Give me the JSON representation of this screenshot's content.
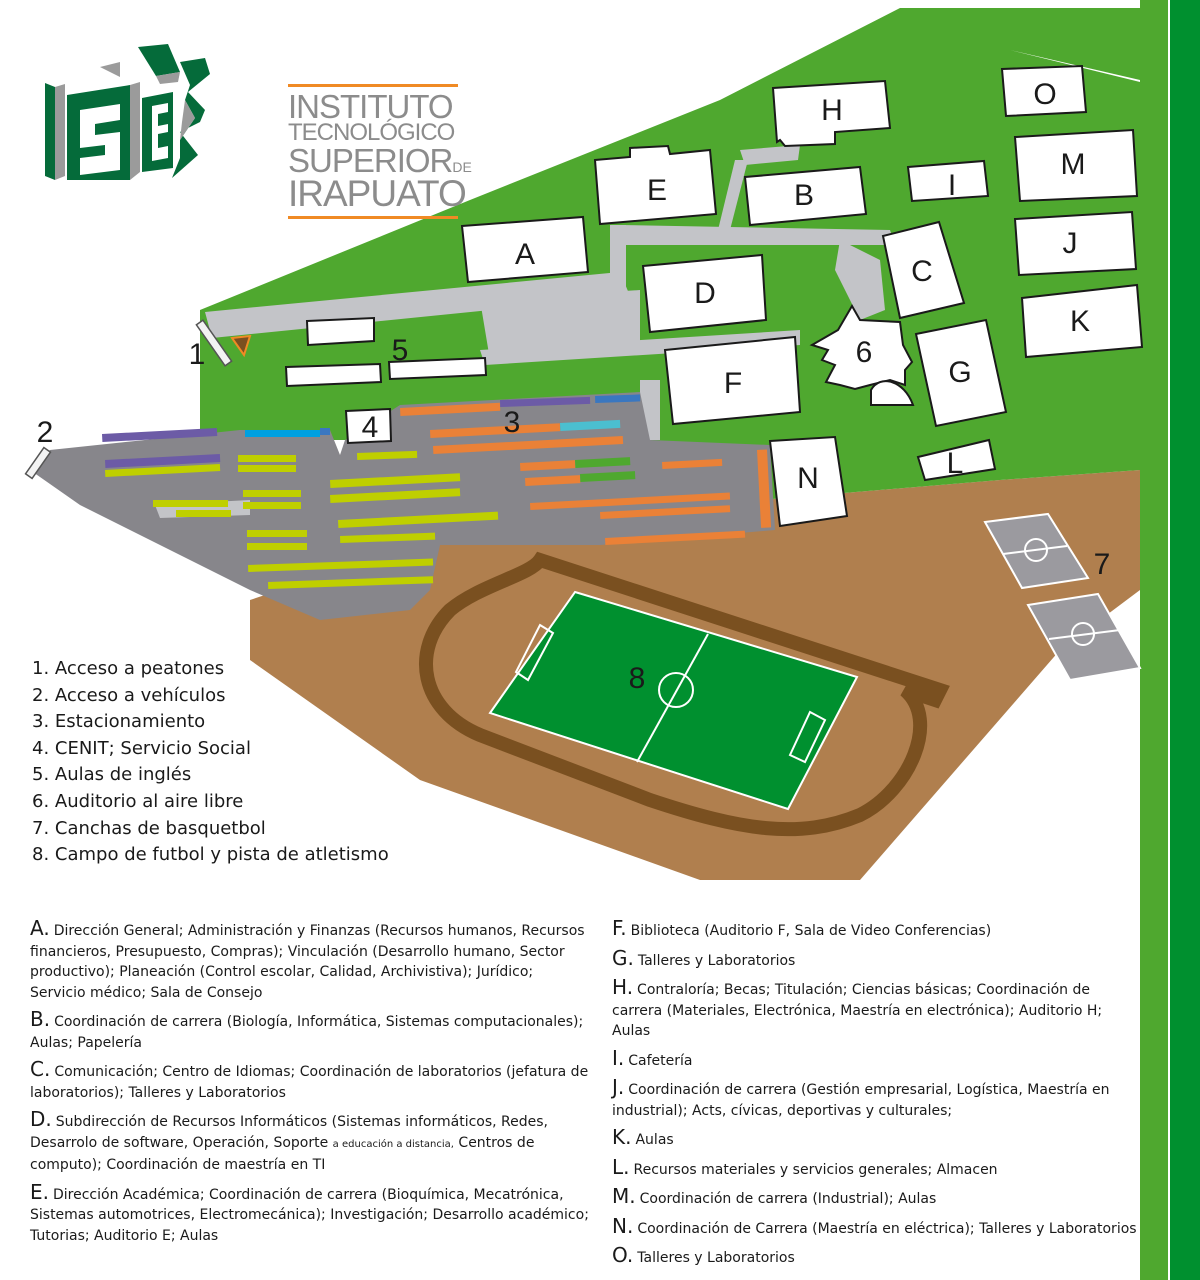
{
  "logo": {
    "mark_text": "iSE",
    "line1": "INSTITUTO",
    "line2": "TECNOLÓGICO",
    "line3": "SUPERIOR",
    "line3_suffix": "DE",
    "line4": "IRAPUATO",
    "colors": {
      "green": "#056b3a",
      "gray": "#9b9b9b",
      "orange": "#f08a24",
      "text": "#8c8c8c"
    }
  },
  "colors": {
    "grass": "#4fa82f",
    "dirt": "#b07f4e",
    "track": "#7a5020",
    "field": "#00902f",
    "parking": "#87868b",
    "path": "#c3c4c8",
    "building": "#ffffff",
    "stripe_light": "#4fa82f",
    "stripe_dark": "#00902f",
    "parking_yellow": "#bfcf00",
    "parking_orange": "#ea8137",
    "parking_purple": "#6c5ba6",
    "parking_blue": "#00a0e0",
    "parking_navy": "#3a77c0",
    "parking_cyan": "#4bbfd0",
    "court": "#9b9a9f"
  },
  "map": {
    "buildings": [
      {
        "id": "A",
        "label": "A"
      },
      {
        "id": "B",
        "label": "B"
      },
      {
        "id": "C",
        "label": "C"
      },
      {
        "id": "D",
        "label": "D"
      },
      {
        "id": "E",
        "label": "E"
      },
      {
        "id": "F",
        "label": "F"
      },
      {
        "id": "G",
        "label": "G"
      },
      {
        "id": "H",
        "label": "H"
      },
      {
        "id": "I",
        "label": "I"
      },
      {
        "id": "J",
        "label": "J"
      },
      {
        "id": "K",
        "label": "K"
      },
      {
        "id": "L",
        "label": "L"
      },
      {
        "id": "M",
        "label": "M"
      },
      {
        "id": "N",
        "label": "N"
      },
      {
        "id": "O",
        "label": "O"
      }
    ],
    "points": [
      {
        "id": "1",
        "label": "1"
      },
      {
        "id": "2",
        "label": "2"
      },
      {
        "id": "3",
        "label": "3"
      },
      {
        "id": "4",
        "label": "4"
      },
      {
        "id": "5",
        "label": "5"
      },
      {
        "id": "6",
        "label": "6"
      },
      {
        "id": "7",
        "label": "7"
      },
      {
        "id": "8",
        "label": "8"
      }
    ]
  },
  "legend_numbered": [
    "1. Acceso a peatones",
    "2. Acceso a vehículos",
    "3. Estacionamiento",
    "4. CENIT; Servicio Social",
    "5. Aulas de inglés",
    "6. Auditorio al aire libre",
    "7. Canchas de basquetbol",
    "8. Campo de futbol y pista de atletismo"
  ],
  "legend_letters_left": [
    {
      "letter": "A.",
      "text": "Dirección General; Administración y Finanzas (Recursos humanos, Recursos financieros, Presupuesto, Compras); Vinculación (Desarrollo humano, Sector productivo); Planeación (Control escolar, Calidad, Archivistiva); Jurídico; Servicio médico; Sala de Consejo"
    },
    {
      "letter": "B.",
      "text": "Coordinación de carrera (Biología, Informática, Sistemas computacionales); Aulas; Papelería"
    },
    {
      "letter": "C.",
      "text": "Comunicación; Centro de Idiomas; Coordinación de laboratorios (jefatura de laboratorios); Talleres y Laboratorios"
    },
    {
      "letter": "D.",
      "text": "Subdirección de Recursos Informáticos (Sistemas informáticos, Redes, Desarrolo de software, Operación, Soporte",
      "small": "a educación a distancia,",
      "text_after": "Centros de computo); Coordinación de maestría en TI"
    },
    {
      "letter": "E.",
      "text": "Dirección Académica; Coordinación de carrera (Bioquímica, Mecatrónica, Sistemas automotrices, Electromecánica); Investigación; Desarrollo académico; Tutorias; Auditorio E; Aulas"
    }
  ],
  "legend_letters_right": [
    {
      "letter": "F.",
      "text": "Biblioteca (Auditorio F, Sala de Video Conferencias)"
    },
    {
      "letter": "G.",
      "text": "Talleres y Laboratorios"
    },
    {
      "letter": "H.",
      "text": "Contraloría; Becas; Titulación; Ciencias básicas; Coordinación de carrera (Materiales, Electrónica, Maestría en electrónica); Auditorio H; Aulas"
    },
    {
      "letter": "I.",
      "text": "Cafetería"
    },
    {
      "letter": "J.",
      "text": "Coordinación de carrera (Gestión empresarial, Logística, Maestría en industrial); Acts, cívicas, deportivas y culturales;"
    },
    {
      "letter": "K.",
      "text": "Aulas"
    },
    {
      "letter": "L.",
      "text": "Recursos materiales y servicios generales; Almacen"
    },
    {
      "letter": "M.",
      "text": "Coordinación de carrera (Industrial); Aulas"
    },
    {
      "letter": "N.",
      "text": "Coordinación de Carrera (Maestría en eléctrica); Talleres y Laboratorios"
    },
    {
      "letter": "O.",
      "text": "Talleres y Laboratorios"
    }
  ]
}
